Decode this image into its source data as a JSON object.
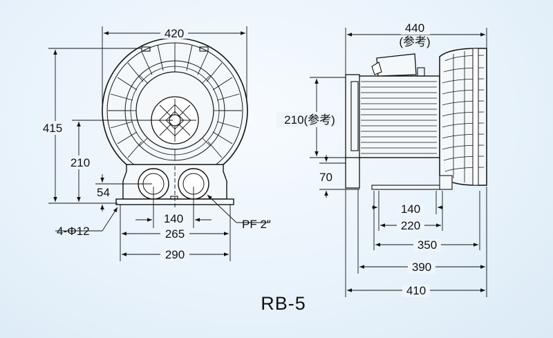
{
  "model": "RB-5",
  "front_view": {
    "width_top": "420",
    "height_total": "415",
    "height_center": "210",
    "foot_height": "54",
    "inlet_spacing": "140",
    "hole_spacing": "265",
    "base_width": "290",
    "mount_holes": "4-Φ12",
    "pipe_thread": "PF 2\""
  },
  "side_view": {
    "length_top": "440",
    "length_top_note": "(参考)",
    "height_center": "210(参考)",
    "foot_height": "70",
    "dim_140": "140",
    "dim_220": "220",
    "dim_350": "350",
    "dim_390": "390",
    "dim_410": "410"
  }
}
